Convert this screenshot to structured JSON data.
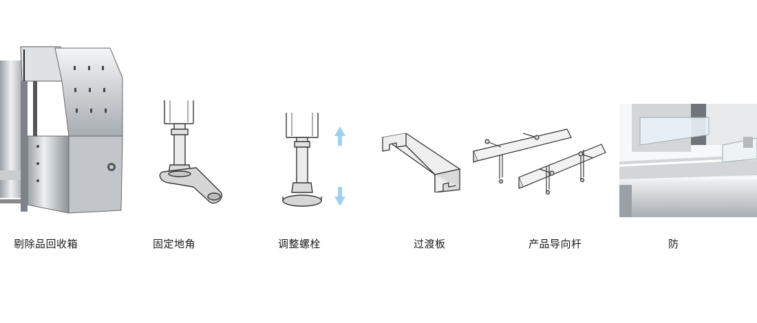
{
  "items": [
    {
      "id": "reject-bin",
      "caption": "剔除品回收箱"
    },
    {
      "id": "fixed-foot",
      "caption": "固定地角"
    },
    {
      "id": "adjust-bolt",
      "caption": "调整螺栓"
    },
    {
      "id": "transition-plate",
      "caption": "过渡板"
    },
    {
      "id": "guide-rod",
      "caption": "产品导向杆"
    },
    {
      "id": "guard",
      "caption": "防"
    }
  ],
  "colors": {
    "steel_light": "#e4e6e8",
    "steel_mid": "#b8bcc0",
    "steel_dark": "#6e7378",
    "line": "#333333",
    "arrow": "#9fd0ee"
  }
}
